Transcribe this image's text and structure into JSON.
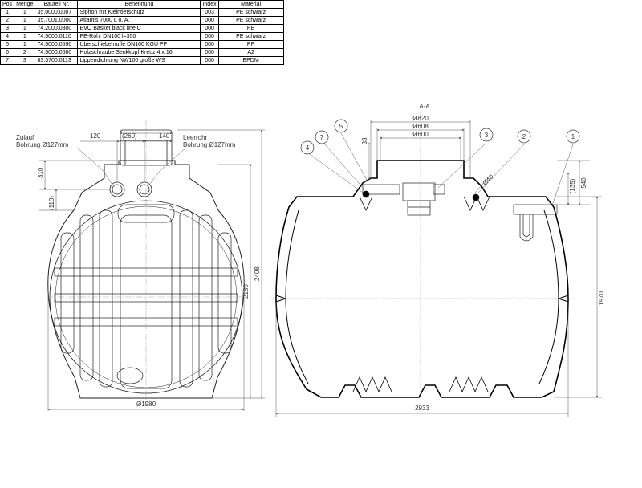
{
  "bom": {
    "headers": [
      "Pos",
      "Menge",
      "Bauteil Nr.",
      "Benennung",
      "Index",
      "Material"
    ],
    "rows": [
      [
        "1",
        "1",
        "35.0000.0007",
        "Siphon mit Kleintierschutz",
        "003",
        "PE schwarz"
      ],
      [
        "2",
        "1",
        "35.7001.0000",
        "Atlantis 7000 L o. A.",
        "000",
        "PE schwarz"
      ],
      [
        "3",
        "1",
        "74.2000.0300",
        "EVO Basket black line C",
        "000",
        "PE"
      ],
      [
        "4",
        "1",
        "74.5000.0110",
        "PE-Rohr DN100 l=350",
        "000",
        "PE schwarz"
      ],
      [
        "5",
        "1",
        "74.5000.0590",
        "Überschiebemuffe DN100 KGU PP",
        "000",
        "PP"
      ],
      [
        "6",
        "2",
        "74.5000.0680",
        "Holzschraube Senkkopf Kreuz 4 x 16",
        "000",
        "A2"
      ],
      [
        "7",
        "3",
        "83.3700.0113",
        "Lippendichtung NW100 große WS",
        "000",
        "EPDM"
      ]
    ]
  },
  "front_view": {
    "inlet_label": "Zulauf",
    "inlet_bore": "Bohrung Ø127mm",
    "vent_label": "Leerrohr",
    "vent_bore": "Bohrung Ø127mm",
    "dim_120": "120",
    "dim_260": "(260)",
    "dim_140": "140",
    "dim_310": "310",
    "dim_110": "(110)",
    "dim_2180": "2180",
    "dim_2408": "2408",
    "dim_1980": "Ø1980"
  },
  "section_view": {
    "title": "A-A",
    "dim_820": "Ø820",
    "dim_608": "Ø608",
    "dim_600": "Ø600",
    "dim_33": "33",
    "dim_40": "Ø40",
    "dim_135": "(135)",
    "dim_540": "540",
    "dim_1970": "1970",
    "dim_2933": "2933",
    "balloons": [
      "1",
      "2",
      "3",
      "4",
      "5",
      "7"
    ]
  }
}
